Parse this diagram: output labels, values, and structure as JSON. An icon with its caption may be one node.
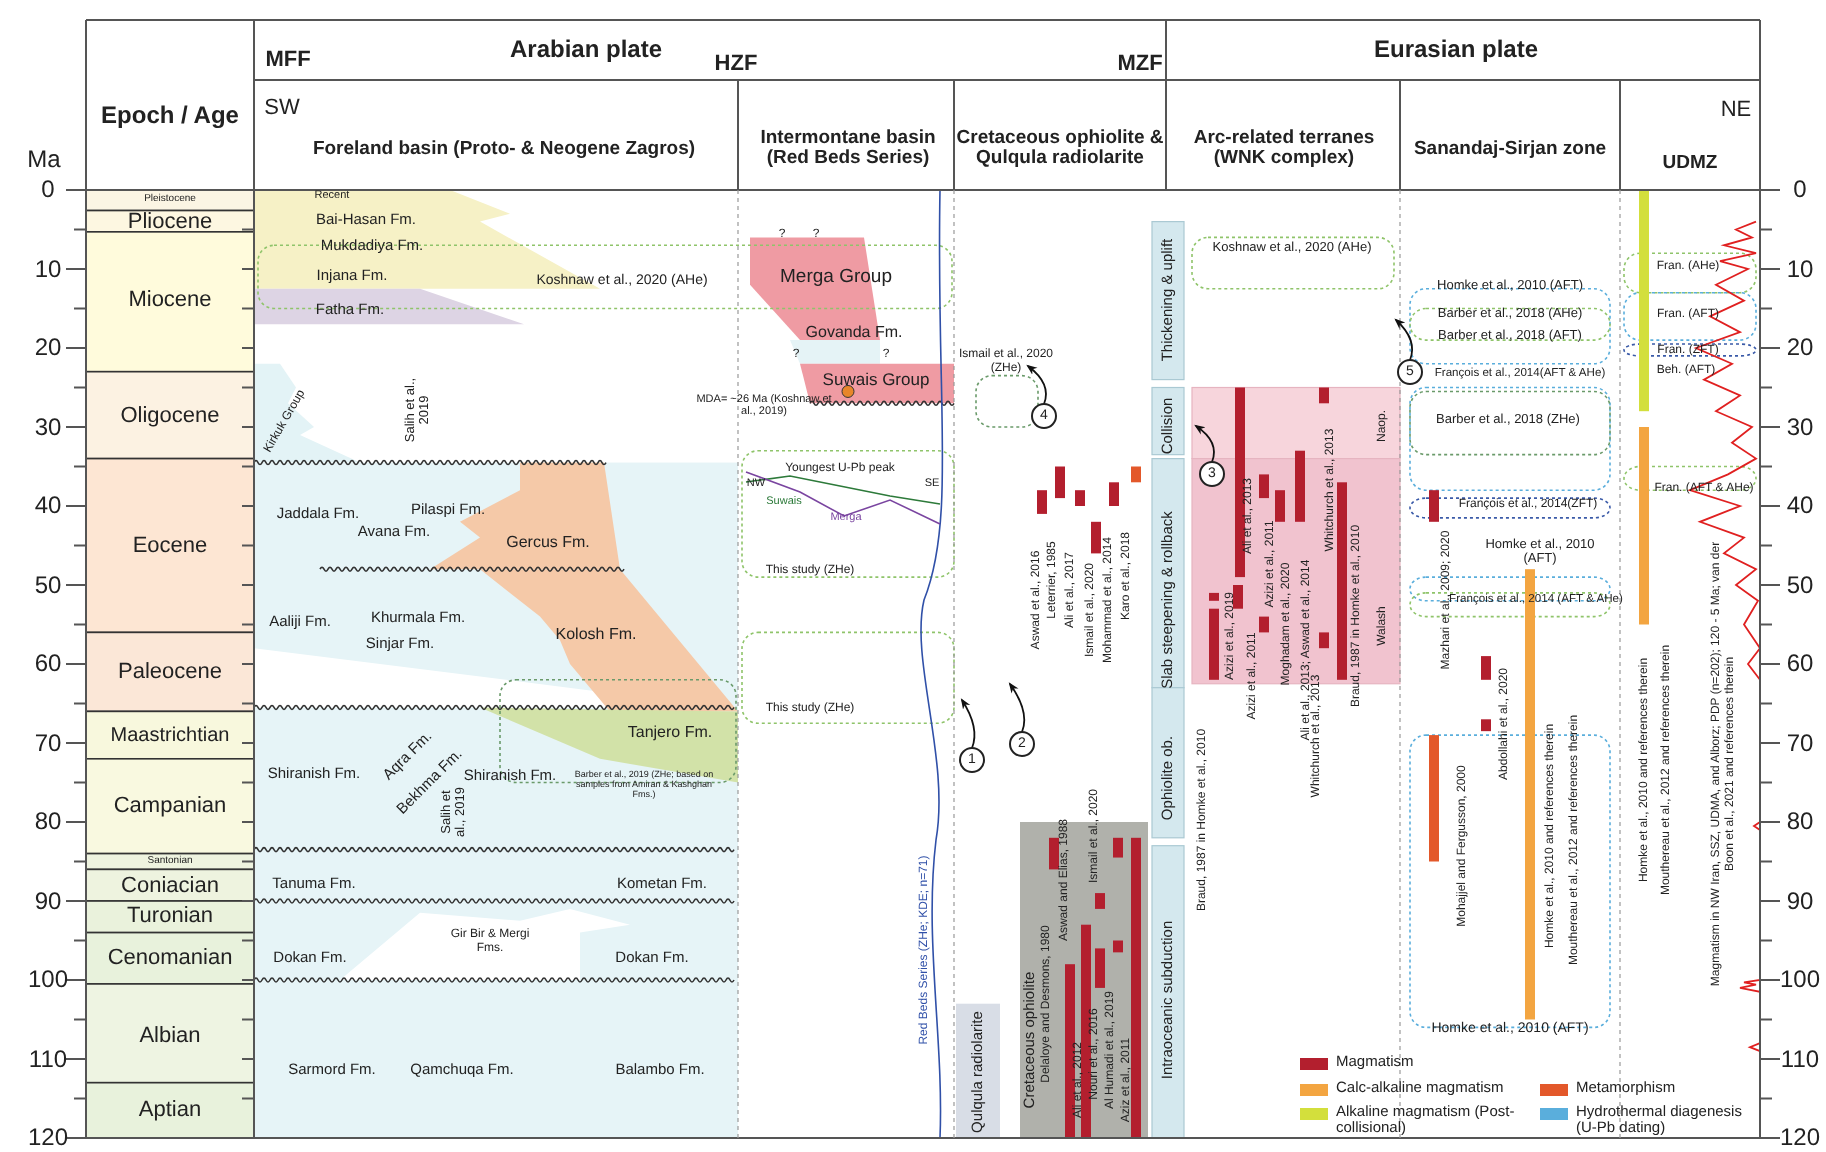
{
  "diagram": {
    "labels": [
      "Epoch / Age",
      "Ma",
      "MFF",
      "Arabian plate",
      "HZF",
      "MZF",
      "Eurasian plate",
      "SW",
      "Foreland basin (Proto- & Neogene Zagros)",
      "Intermontane basin (Red Beds Series)",
      "Cretaceous ophiolite & Qulqula radiolarite",
      "Arc-related terranes (WNK complex)",
      "Sanandaj-Sirjan zone",
      "NE",
      "UDMZ",
      "0",
      "10",
      "20",
      "30",
      "40",
      "50",
      "60",
      "70",
      "80",
      "90",
      "100",
      "110",
      "120",
      "Pleistocene",
      "Pliocene",
      "Miocene",
      "Oligocene",
      "Eocene",
      "Paleocene",
      "Maastrichtian",
      "Campanian",
      "Santonian",
      "Coniacian",
      "Turonian",
      "Cenomanian",
      "Albian",
      "Aptian",
      "Recent",
      "Bai-Hasan Fm.",
      "Mukdadiya Fm.",
      "Injana Fm.",
      "Koshnaw et al., 2020 (AHe)",
      "Fatha Fm.",
      "Kirkuk Group",
      "Salih et al., 2019",
      "Jaddala Fm.",
      "Pilaspi Fm.",
      "Avana Fm.",
      "Gercus Fm.",
      "Aaliji Fm.",
      "Khurmala Fm.",
      "Sinjar Fm.",
      "Kolosh Fm.",
      "Tanjero Fm.",
      "Shiranish Fm.",
      "Aqra Fm.",
      "Bekhma Fm.",
      "Shiranish Fm.",
      "Barber et al., 2019 (ZHe; based on samples from Amiran & Kashghan Fms.)",
      "Salih et al., 2019",
      "Tanuma Fm.",
      "Kometan Fm.",
      "Gir Bir & Mergi Fms.",
      "Dokan Fm.",
      "Dokan Fm.",
      "Sarmord Fm.",
      "Qamchuqa Fm.",
      "Balambo Fm.",
      "?",
      "?",
      "?",
      "?",
      "Merga Group",
      "Govanda Fm.",
      "Suwais Group",
      "MDA= ~26 Ma (Koshnaw et al., 2019)",
      "Youngest U-Pb peak",
      "NW",
      "SE",
      "Suwais",
      "Merga",
      "This study (ZHe)",
      "This study (ZHe)",
      "Red Beds Series (ZHe; KDE; n=71)",
      "Ismail et al., 2020 (ZHe)",
      "4",
      "2",
      "1",
      "Aswad et al., 2016",
      "Leterrier, 1985",
      "Ali et al., 2017",
      "Ismail et al., 2020",
      "Mohammad et al., 2014",
      "Karo et al., 2018",
      "Qulqula radiolarite",
      "Cretaceous ophiolite",
      "Delaloye and Desmons, 1980",
      "Aswad and Elias, 1988",
      "Ismail et al., 2020",
      "Ali et al., 2012",
      "Nouri et al., 2016",
      "Al Humadi et al., 2019",
      "Aziz et al., 2011",
      "Thickening & uplift",
      "Collision",
      "Slab steepening & rollback",
      "Ophiolite ob.",
      "Intraoceanic subduction",
      "Koshnaw et al., 2020 (AHe)",
      "3",
      "Braud, 1987 in Homke et al., 2010",
      "Azizi et al., 2019",
      "Ali et al., 2013",
      "Azizi et al., 2011",
      "Azizi et al., 2011",
      "Moghadam et al., 2020",
      "Ali et al., 2013; Aswad et al., 2014",
      "Whitchurch et al., 2013",
      "Whitchurch et al., 2013",
      "Braud, 1987 in Homke et al., 2010",
      "Walash",
      "Naop.",
      "Homke et al., 2010 (AFT)",
      "Barber et al., 2018 (AHe)",
      "Barber et al., 2018 (AFT)",
      "5",
      "François et al., 2014(AFT & AHe)",
      "Barber et al., 2018 (ZHe)",
      "François et al., 2014(ZFT)",
      "Mazhari et al., 2009; 2020",
      "Homke et al., 2010 (AFT)",
      "François et al., 2014 (AFT & AHe)",
      "Abdollahi et al., 2020",
      "Mohajjel and Fergusson, 2000",
      "Homke et al., 2010 and references therein",
      "Mouthereau et al., 2012 and references therein",
      "Homke et al., 2010 (AFT)",
      "Fran. (AHe)",
      "Fran. (AFT)",
      "Fran. (ZFT)",
      "Beh. (AFT)",
      "Fran. (AFT & AHe)",
      "Homke et al., 2010 and references therein",
      "Mouthereau et al., 2012 and references therein",
      "Magmatism in NW Iran, SSZ, UDMA, and Alborz; PDP (n=202); 120 - 5 Ma; van der Boon et al., 2021 and references therein",
      "0",
      "10",
      "20",
      "30",
      "40",
      "50",
      "60",
      "70",
      "80",
      "90",
      "100",
      "110",
      "120"
    ],
    "legend": [
      {
        "text": "Magmatism",
        "color": "#b31f2e"
      },
      {
        "text": "Calc-alkaline magmatism",
        "color": "#f3a541"
      },
      {
        "text": "Alkaline magmatism (Post-collisional)",
        "color": "#d3df3c"
      },
      {
        "text": "Metamorphism",
        "color": "#e3582a"
      },
      {
        "text": "Hydrothermal diagenesis (U-Pb dating)",
        "color": "#5aaedc"
      }
    ]
  }
}
